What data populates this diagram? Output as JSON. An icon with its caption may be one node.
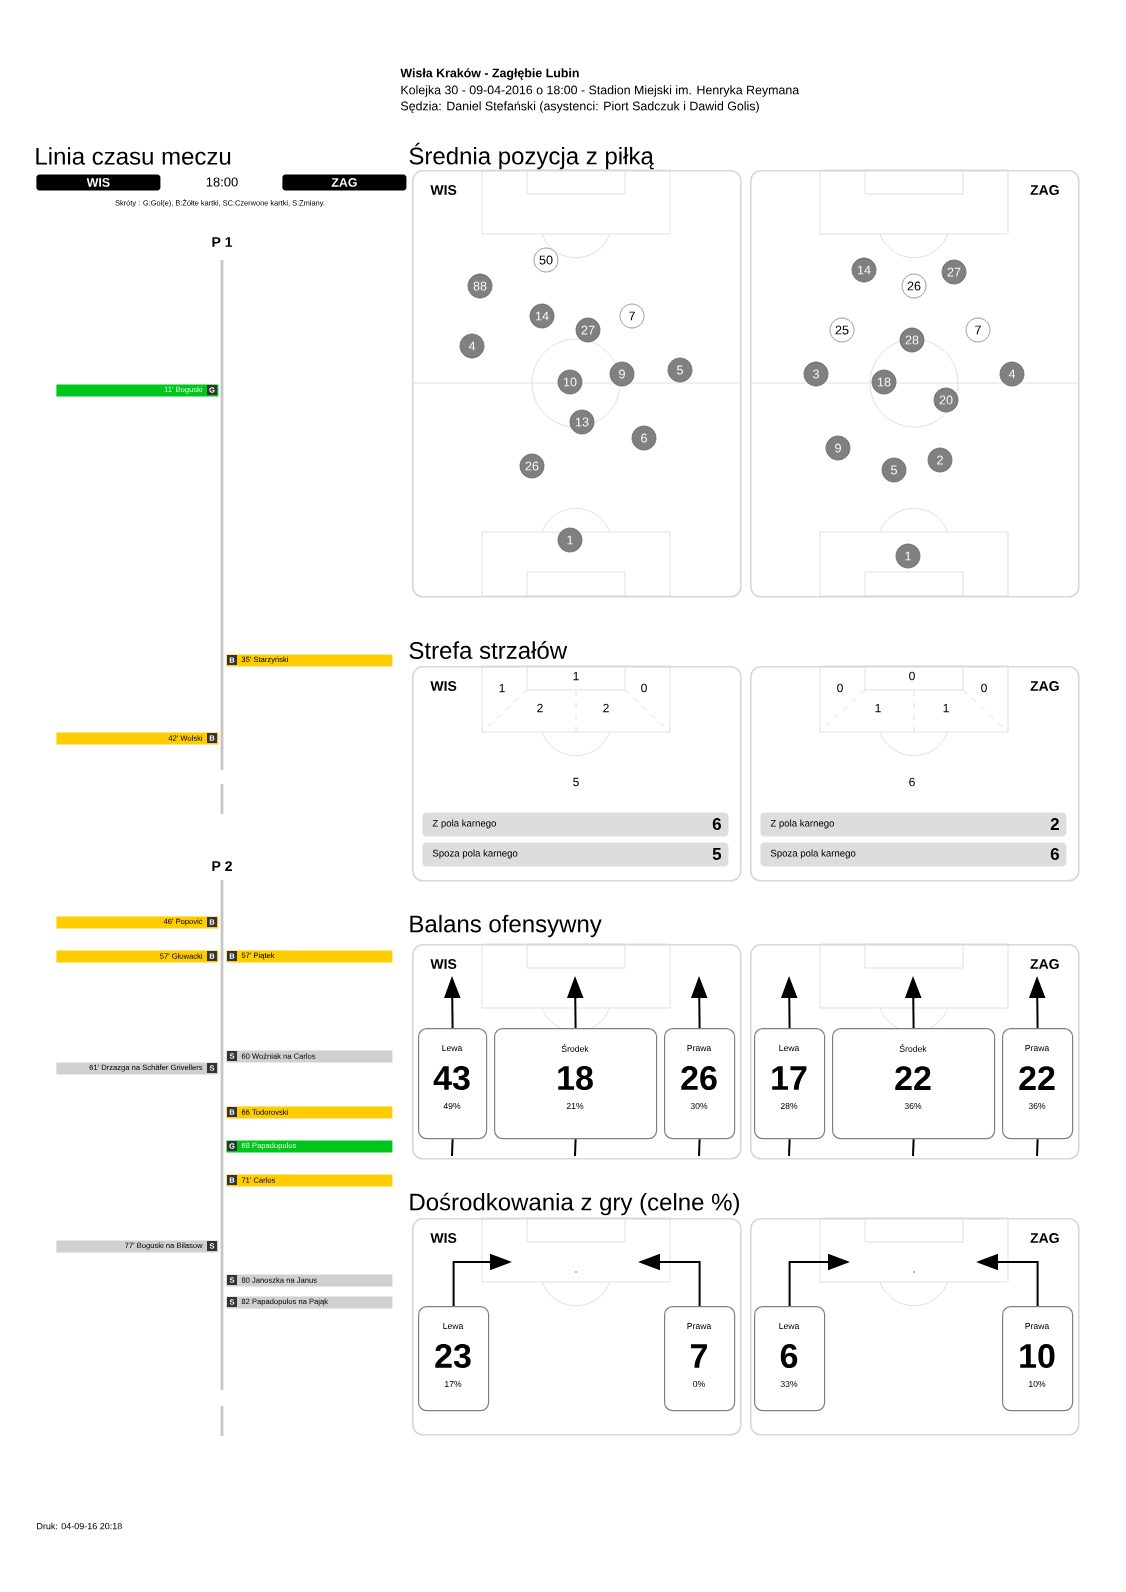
{
  "diagram": {
    "nodes": [
      {
        "text": [
          "WIS"
        ]
      },
      {
        "text": [
          "ZAG"
        ]
      },
      {
        "text": [
          "11' Boguski",
          "G"
        ]
      },
      {
        "text": [
          "B",
          "35' Starzyński"
        ]
      },
      {
        "text": [
          "42' Wolski",
          "B"
        ]
      },
      {
        "text": [
          "46' Popović",
          "B"
        ]
      },
      {
        "text": [
          "57' Głowacki",
          "B"
        ]
      },
      {
        "text": [
          "B",
          "57' Piątek"
        ]
      },
      {
        "text": [
          "S",
          "60 Woźniak na Carlos"
        ]
      },
      {
        "text": [
          "61' Drzazga na Schäfer Grivellers",
          "S"
        ]
      },
      {
        "text": [
          "B",
          "66 Todorovski"
        ]
      },
      {
        "text": [
          "G",
          "68 Papadopulos"
        ]
      },
      {
        "text": [
          "B",
          "71' Carlos"
        ]
      },
      {
        "text": [
          "77' Boguski na Bilasow",
          "S"
        ]
      },
      {
        "text": [
          "S",
          "80 Janoszka na Janus"
        ]
      },
      {
        "text": [
          "S",
          "82 Papadopulos na Pająk"
        ]
      },
      {
        "text": [
          "WIS"
        ]
      },
      {
        "text": [
          "50"
        ],
        "in": 16
      },
      {
        "text": [
          "88"
        ],
        "in": 16
      },
      {
        "text": [
          "14"
        ],
        "in": 16
      },
      {
        "text": [
          "27"
        ],
        "in": 16
      },
      {
        "text": [
          "7"
        ],
        "in": 16
      },
      {
        "text": [
          "4"
        ],
        "in": 16
      },
      {
        "text": [
          "10"
        ],
        "in": 16
      },
      {
        "text": [
          "9"
        ],
        "in": 16
      },
      {
        "text": [
          "5"
        ],
        "in": 16
      },
      {
        "text": [
          "13"
        ],
        "in": 16
      },
      {
        "text": [
          "6"
        ],
        "in": 16
      },
      {
        "text": [
          "26"
        ],
        "in": 16
      },
      {
        "text": [
          "1"
        ],
        "in": 16
      },
      {
        "text": [
          "ZAG"
        ]
      },
      {
        "text": [
          "14"
        ],
        "in": 30
      },
      {
        "text": [
          "26"
        ],
        "in": 30
      },
      {
        "text": [
          "27"
        ],
        "in": 30
      },
      {
        "text": [
          "25"
        ],
        "in": 30
      },
      {
        "text": [
          "28"
        ],
        "in": 30
      },
      {
        "text": [
          "7"
        ],
        "in": 30
      },
      {
        "text": [
          "3"
        ],
        "in": 30
      },
      {
        "text": [
          "18"
        ],
        "in": 30
      },
      {
        "text": [
          "4"
        ],
        "in": 30
      },
      {
        "text": [
          "20"
        ],
        "in": 30
      },
      {
        "text": [
          "9"
        ],
        "in": 30
      },
      {
        "text": [
          "5"
        ],
        "in": 30
      },
      {
        "text": [
          "2"
        ],
        "in": 30
      },
      {
        "text": [
          "1"
        ],
        "in": 30
      },
      {
        "text": [
          "WIS"
        ]
      },
      {
        "text": [
          "Z pola karnego",
          "6"
        ],
        "in": 45
      },
      {
        "text": [
          "Spoza pola karnego",
          "5"
        ],
        "in": 45
      },
      {
        "text": [
          "ZAG"
        ]
      },
      {
        "text": [
          "Z pola karnego",
          "2"
        ],
        "in": 48
      },
      {
        "text": [
          "Spoza pola karnego",
          "6"
        ],
        "in": 48
      },
      {
        "text": [
          "WIS"
        ]
      },
      {
        "text": [
          "Lewa",
          "43",
          "49%"
        ],
        "in": 51
      },
      {
        "text": [
          "Środek",
          "18",
          "21%"
        ],
        "in": 51
      },
      {
        "text": [
          "Prawa",
          "26",
          "30%"
        ],
        "in": 51
      },
      {
        "text": [
          "ZAG"
        ]
      },
      {
        "text": [
          "Lewa",
          "17",
          "28%"
        ],
        "in": 55
      },
      {
        "text": [
          "Środek",
          "22",
          "36%"
        ],
        "in": 55
      },
      {
        "text": [
          "Prawa",
          "22",
          "36%"
        ],
        "in": 55
      },
      {
        "text": [
          "WIS"
        ]
      },
      {
        "text": [
          "Lewa",
          "23",
          "17%"
        ],
        "in": 59
      },
      {
        "text": [
          "Prawa",
          "7",
          "0%"
        ],
        "in": 59
      },
      {
        "text": [
          "ZAG"
        ]
      },
      {
        "text": [
          "Lewa",
          "6",
          "33%"
        ],
        "in": 62
      },
      {
        "text": [
          "Prawa",
          "10",
          "10%"
        ],
        "in": 62
      }
    ],
    "edges": [
      {
        "from": 52,
        "to": null,
        "arrow": "to"
      },
      {
        "from": null,
        "to": 52,
        "arrow": "none"
      },
      {
        "from": 53,
        "to": null,
        "arrow": "to"
      },
      {
        "from": null,
        "to": 53,
        "arrow": "none"
      },
      {
        "from": 54,
        "to": null,
        "arrow": "to"
      },
      {
        "from": null,
        "to": 54,
        "arrow": "none"
      },
      {
        "from": 56,
        "to": null,
        "arrow": "to"
      },
      {
        "from": null,
        "to": 56,
        "arrow": "none"
      },
      {
        "from": 57,
        "to": null,
        "arrow": "to"
      },
      {
        "from": null,
        "to": 57,
        "arrow": "none"
      },
      {
        "from": 58,
        "to": null,
        "arrow": "to"
      },
      {
        "from": null,
        "to": 58,
        "arrow": "none"
      },
      {
        "from": 60,
        "to": null,
        "arrow": "to"
      },
      {
        "from": 61,
        "to": null,
        "arrow": "to"
      },
      {
        "from": 63,
        "to": null,
        "arrow": "to"
      },
      {
        "from": 64,
        "to": null,
        "arrow": "to"
      }
    ],
    "labels": [
      "Wisła Kraków - Zagłębie Lubin",
      "Kolejka 30 - 09-04-2016 o 18:00 - Stadion Miejski im. Henryka Reymana",
      "Sędzia: Daniel Stefański (asystenci: Piort Sadczuk i Dawid Golis)",
      "Linia czasu meczu",
      "Średnia pozycja z piłką",
      "18:00",
      "Skróty : G:Gol(e), B:Żółte kartki, SC:Czerwone kartki, S:Zmiany.",
      "P 1",
      "Strefa strzałów",
      "1",
      "1",
      "0",
      "2",
      "2",
      "5",
      "0",
      "0",
      "0",
      "1",
      "1",
      "6",
      "P 2",
      "Balans ofensywny",
      "Dośrodkowania z gry (celne %)",
      "Druk: 04-09-16 20:18"
    ]
  }
}
